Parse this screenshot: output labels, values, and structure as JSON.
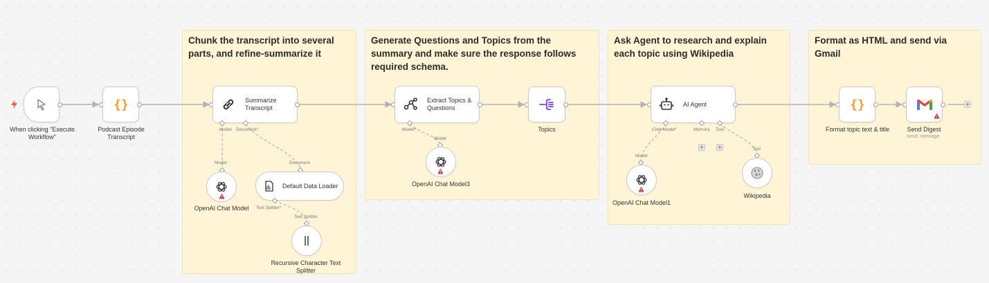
{
  "sticky_notes": [
    {
      "id": "chunk",
      "title": "Chunk the transcript into several parts, and refine-summarize it"
    },
    {
      "id": "generate",
      "title": "Generate Questions and Topics from the summary and make sure the response follows required schema."
    },
    {
      "id": "agent",
      "title": "Ask Agent to research and explain each topic using Wikipedia"
    },
    {
      "id": "format",
      "title": "Format as HTML and send via Gmail"
    }
  ],
  "nodes": {
    "trigger": {
      "label": "When clicking \"Execute Workflow\"",
      "icon": "cursor-arrow-icon"
    },
    "podcast": {
      "label": "Podcast Episode Transcript",
      "icon": "code-braces-icon"
    },
    "summarize": {
      "label": "Summarize Transcript",
      "icon": "link-chain-icon"
    },
    "openai_chat_model": {
      "label": "OpenAI Chat Model",
      "icon": "openai-icon"
    },
    "default_data_loader": {
      "label": "Default Data Loader",
      "icon": "document-icon"
    },
    "recursive_splitter": {
      "label": "Recursive Character Text Splitter",
      "icon": "splitter-bars-icon"
    },
    "extract_topics": {
      "label": "Extract Topics & Questions",
      "icon": "nodes-graph-icon"
    },
    "topics": {
      "label": "Topics",
      "icon": "split-out-icon"
    },
    "openai_chat_model3": {
      "label": "OpenAI Chat Model3",
      "icon": "openai-icon"
    },
    "ai_agent": {
      "label": "AI Agent",
      "icon": "robot-icon"
    },
    "openai_chat_model1": {
      "label": "OpenAI Chat Model1",
      "icon": "openai-icon"
    },
    "wikipedia": {
      "label": "Wikipedia",
      "icon": "wikipedia-globe-icon"
    },
    "format_topic": {
      "label": "Format topic text & title",
      "icon": "code-braces-icon"
    },
    "send_digest": {
      "label": "Send Digest",
      "sublabel": "send: message",
      "icon": "gmail-icon"
    }
  },
  "port_labels": {
    "summarize_model": "Model",
    "summarize_document": "Document*",
    "model_in": "Model",
    "document_in": "Document",
    "text_splitter_out": "Text Splitter*",
    "text_splitter_in": "Text Splitter",
    "extract_model": "Model*",
    "extract_model_in": "Model",
    "agent_chat_model": "Chat Model*",
    "agent_memory": "Memory",
    "agent_tool": "Tool",
    "agent_model_in": "Model",
    "wiki_tool_in": "Tool"
  },
  "colors": {
    "sticky_bg": "#fff5d6",
    "warning_red": "#e0303a",
    "trigger_bolt": "#ff5c4c",
    "code_orange": "#ff9922",
    "topics_purple": "#7b3fe4",
    "edge_gray": "#b4b4b4"
  }
}
